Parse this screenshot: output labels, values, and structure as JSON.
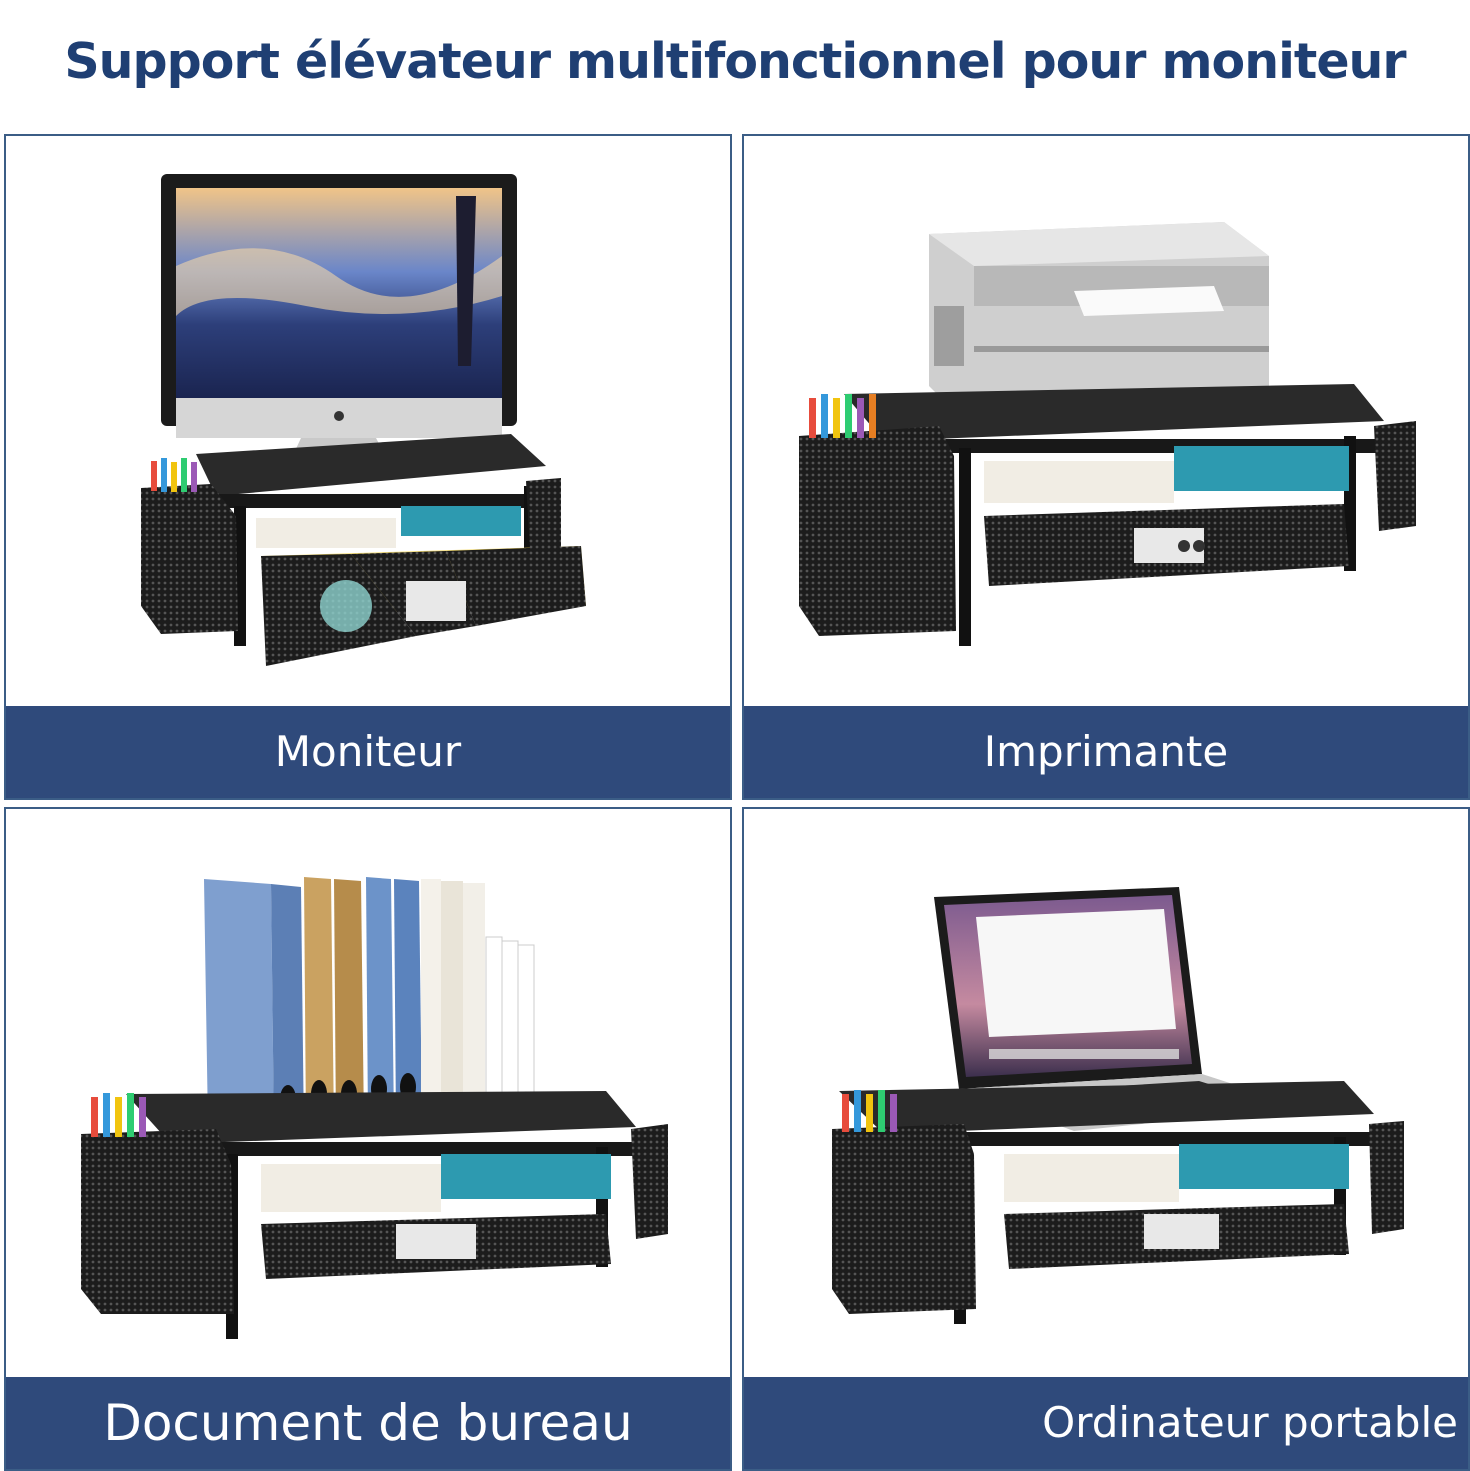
{
  "title": "Support élévateur multifonctionnel pour moniteur",
  "panels": [
    {
      "label": "Moniteur",
      "device": "monitor"
    },
    {
      "label": "Imprimante",
      "device": "printer"
    },
    {
      "label": "Document de bureau",
      "device": "binders"
    },
    {
      "label": "Ordinateur portable",
      "device": "laptop"
    }
  ],
  "colors": {
    "title": "#1f3f73",
    "caption_bg": "#2f4a7b",
    "border": "#3b5d86"
  }
}
